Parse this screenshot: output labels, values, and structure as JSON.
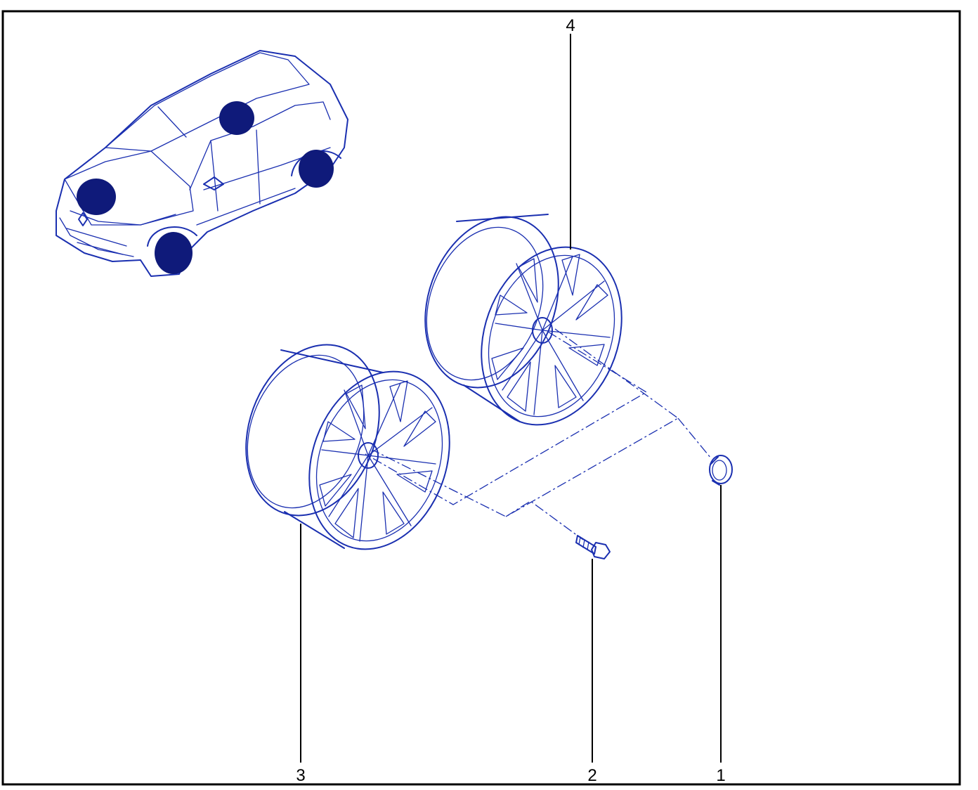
{
  "colors": {
    "ink": "#1a2fb0",
    "highlight": "#0f1a7a",
    "frame": "#000000",
    "background": "#ffffff"
  },
  "callouts": {
    "part_1": "1",
    "part_2": "2",
    "part_3": "3",
    "part_4": "4"
  },
  "highlighted_wheels": 4
}
